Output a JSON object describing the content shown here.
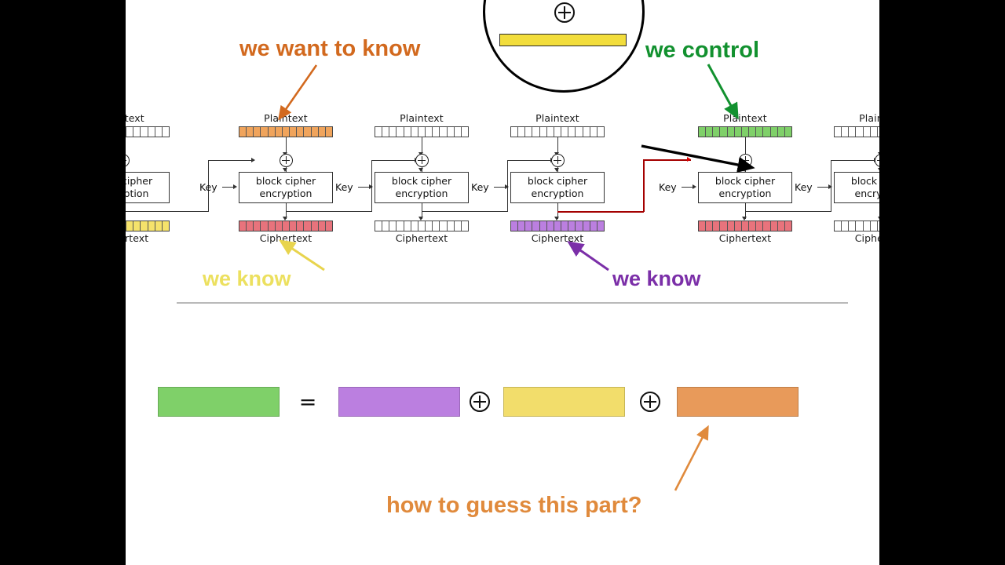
{
  "slide": {
    "topic": "cbc-mode-known-plaintext-attack",
    "separator_color": "#b9b9b9"
  },
  "annotations": [
    {
      "key": "we-want-to-know",
      "text": "we want to know",
      "color": "#d2691e",
      "target": "orange-plaintext"
    },
    {
      "key": "we-control",
      "text": "we control",
      "color": "#12912f",
      "target": "green-plaintext"
    },
    {
      "key": "we-know-yellow",
      "text": "we know",
      "color": "#e8d44d",
      "target": "yellow-ciphertext"
    },
    {
      "key": "we-know-purple",
      "text": "we know",
      "color": "#7b2fa8",
      "target": "purple-ciphertext"
    },
    {
      "key": "how-to-guess",
      "text": "how to guess this part?",
      "color": "#e08a3c",
      "target": "orange-equation-bar"
    }
  ],
  "chain": {
    "plaintext_label": "Plaintext",
    "ciphertext_label": "Ciphertext",
    "key_label": "Key",
    "cipher_box_line1": "block cipher",
    "cipher_box_line2": "encryption",
    "xor_glyph": "⊕",
    "cells_per_block": 13,
    "blocks": [
      {
        "index": 1,
        "plaintext_color": "#ffffff",
        "ciphertext_color": "#f5e26b",
        "clipped": "left"
      },
      {
        "index": 2,
        "plaintext_color": "#f0a45c",
        "ciphertext_color": "#e8737c",
        "clipped": "none"
      },
      {
        "index": 3,
        "plaintext_color": "#ffffff",
        "ciphertext_color": "#ffffff",
        "clipped": "none"
      },
      {
        "index": 4,
        "plaintext_color": "#ffffff",
        "ciphertext_color": "#bb7fe0",
        "clipped": "none"
      },
      {
        "index": 5,
        "plaintext_color": "#7fd069",
        "ciphertext_color": "#e8737c",
        "clipped": "none"
      },
      {
        "index": 6,
        "plaintext_color": "#ffffff",
        "ciphertext_color": "#ffffff",
        "clipped": "right"
      }
    ],
    "feedback_highlight_color": "#a40000"
  },
  "magnifier": {
    "top_bar_color": "#ec8a2e",
    "bottom_bar_color": "#f2dd3c",
    "xor_glyph": "⊕"
  },
  "equation": {
    "equals": "=",
    "xor_glyph": "⊕",
    "terms": [
      {
        "role": "result",
        "color": "#7fd069",
        "name": "green-bar"
      },
      {
        "role": "operand-1",
        "color": "#bb7fe0",
        "name": "purple-bar"
      },
      {
        "role": "operand-2",
        "color": "#f2dd6b",
        "name": "yellow-bar"
      },
      {
        "role": "operand-3",
        "color": "#e89a5a",
        "name": "orange-bar"
      }
    ]
  }
}
